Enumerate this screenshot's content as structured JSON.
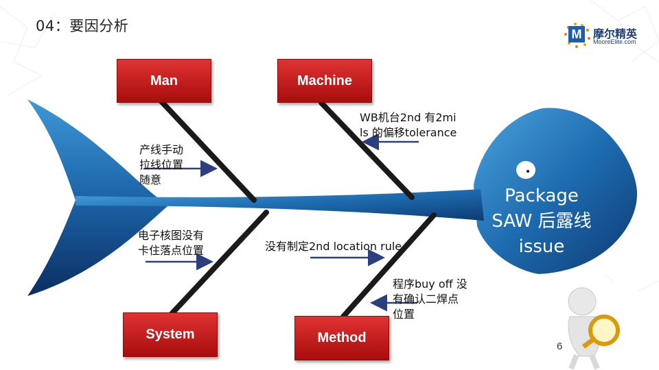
{
  "slide": {
    "title": "04：要因分析",
    "page_number": "6"
  },
  "logo": {
    "mark": "M",
    "name_cn": "摩尔精英",
    "name_en": "MooreElite.com"
  },
  "diagram": {
    "effect": "Package SAW 后露线issue",
    "categories": {
      "man": "Man",
      "machine": "Machine",
      "system": "System",
      "method": "Method"
    },
    "causes": {
      "man": "产线手动\n拉线位置\n随意",
      "machine": "WB机台2nd 有2mi\nls 的偏移tolerance",
      "system": "电子核图没有\n卡住落点位置",
      "method_rule": "没有制定2nd location rule",
      "method_buyoff": "程序buy off 没\n有确认二焊点\n位置"
    }
  },
  "colors": {
    "fish_blue": "#1a5a98",
    "category_red": "#c81e1e",
    "arrow_navy": "#2b3f7e",
    "bone_black": "#1a1a1a"
  },
  "icons": {
    "figure": "person-with-magnifier-icon",
    "eye": "fish-eye-icon"
  }
}
